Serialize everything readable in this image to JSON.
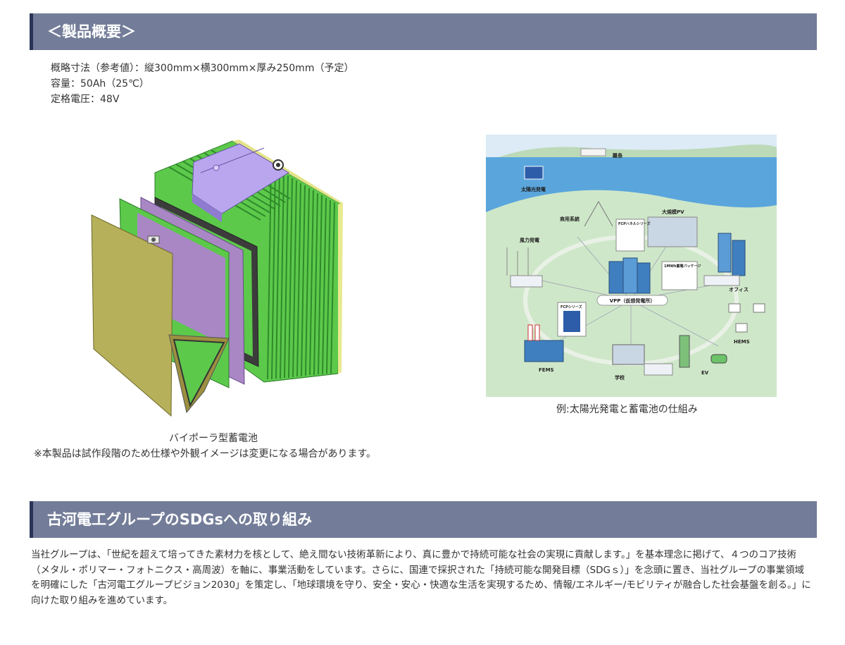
{
  "sections": {
    "overview_title": "＜製品概要＞",
    "sdgs_title": "古河電工グループのSDGsへの取り組み"
  },
  "specs": [
    "概略寸法（参考値）：縦300mm×横300mm×厚み250mm（予定）",
    "容量：50Ah（25℃）",
    "定格電圧：48V"
  ],
  "figures": {
    "battery_caption": "バイポーラ型蓄電池",
    "battery_note": "※本製品は試作段階のため仕様や外観イメージは変更になる場合があります。",
    "system_caption": "例:太陽光発電と蓄電池の仕組み",
    "system_labels": {
      "island": "離島",
      "solar": "太陽光発電",
      "grid": "商用系統",
      "large_pv": "大規模PV",
      "wind": "風力発電",
      "fcp_series": "FCPハネルシリーズ",
      "storage_package": "1MWh蓄電パッケージ",
      "office": "オフィス",
      "vpp": "VPP（仮想発電所）",
      "fcp_series2": "FCPシリーズ",
      "hems": "HEMS",
      "fems": "FEMS",
      "school": "学校",
      "ev": "EV"
    }
  },
  "sdgs_body": "当社グループは、「世紀を超えて培ってきた素材力を核として、絶え間ない技術革新により、真に豊かで持続可能な社会の実現に貢献します。」を基本理念に掲げて、４つのコア技術（メタル・ポリマー・フォトニクス・高周波）を軸に、事業活動をしています。さらに、国連で採択された「持続可能な開発目標（SDGｓ）」を念頭に置き、当社グループの事業領域を明確にした「古河電工グループビジョン2030」を策定し、「地球環境を守り、安全・安心・快適な生活を実現するため、情報/エネルギー/モビリティが融合した社会基盤を創る。」に向けた取り組みを進めています。",
  "colors": {
    "section_bar": "#737d99",
    "section_accent": "#2a3458",
    "battery_green": "#5cc94b",
    "battery_purple": "#a887c4",
    "battery_olive": "#b6b05a",
    "sea": "#5aa6dc",
    "land": "#cfe7c9"
  }
}
